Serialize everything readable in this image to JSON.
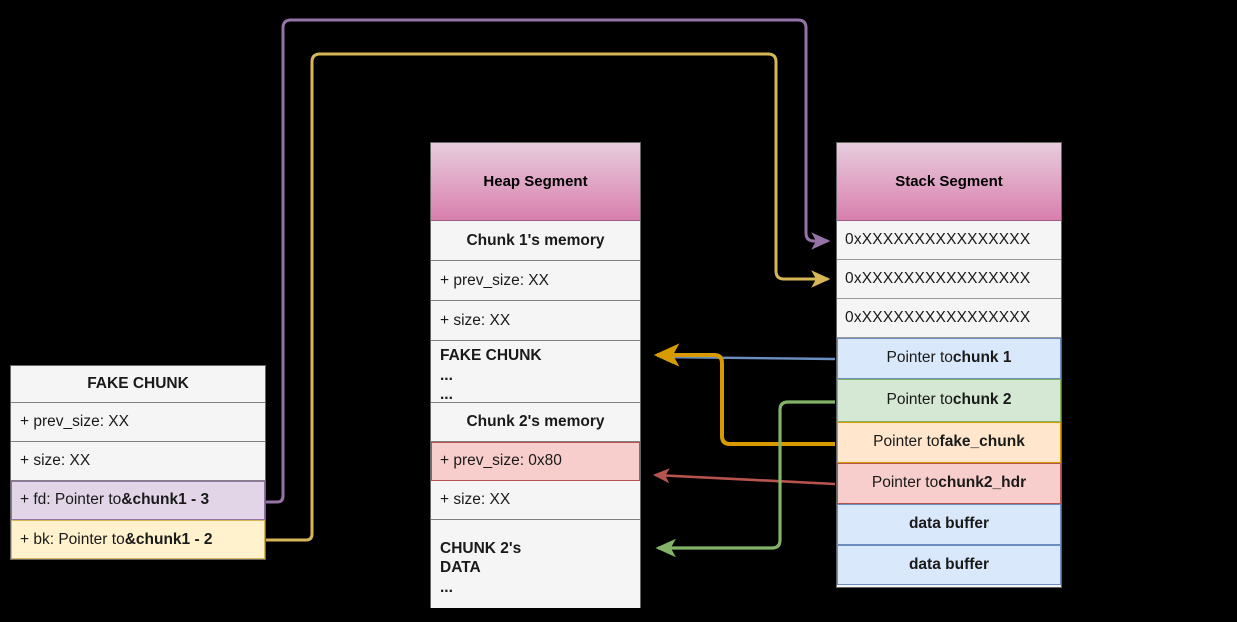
{
  "diagram": {
    "title": "Heap exploit fake chunk unlink diagram",
    "background": "#000000"
  },
  "heap_segment": {
    "header": "Heap Segment",
    "rows": [
      {
        "label": "Chunk 1's memory",
        "style": "center",
        "fill": "#f5f5f5"
      },
      {
        "label": "+ prev_size: XX",
        "style": "left",
        "fill": "#f5f5f5"
      },
      {
        "label": "+ size: XX",
        "style": "left",
        "fill": "#f5f5f5"
      },
      {
        "label": "FAKE CHUNK",
        "sub1": "...",
        "sub2": "...",
        "style": "tall",
        "fill": "#f5f5f5"
      },
      {
        "label": "Chunk 2's memory",
        "style": "center",
        "fill": "#f5f5f5"
      },
      {
        "label": "+ prev_size: 0x80",
        "style": "left",
        "fill": "#f8cecc"
      },
      {
        "label": "+ size: XX",
        "style": "left",
        "fill": "#f5f5f5"
      },
      {
        "label": "CHUNK 2's",
        "sub1": "DATA",
        "sub2": "...",
        "style": "tall",
        "fill": "#f5f5f5"
      }
    ]
  },
  "stack_segment": {
    "header": "Stack Segment",
    "rows": [
      {
        "label": "0xXXXXXXXXXXXXXXXX",
        "fill": "#f5f5f5",
        "kind": "addr"
      },
      {
        "label": "0xXXXXXXXXXXXXXXXX",
        "fill": "#f5f5f5",
        "kind": "addr"
      },
      {
        "label": "0xXXXXXXXXXXXXXXXX",
        "fill": "#f5f5f5",
        "kind": "addr"
      },
      {
        "prefix": "Pointer to ",
        "target": "chunk 1",
        "fill": "#dae8fc",
        "kind": "ptr"
      },
      {
        "prefix": "Pointer to ",
        "target": "chunk 2",
        "fill": "#d5e8d4",
        "kind": "ptr"
      },
      {
        "prefix": "Pointer to ",
        "target": "fake_chunk",
        "fill": "#ffe6cc",
        "kind": "ptr"
      },
      {
        "prefix": "Pointer to ",
        "target": "chunk2_hdr",
        "fill": "#f8cecc",
        "kind": "ptr"
      },
      {
        "label": "data buffer",
        "fill": "#dae8fc",
        "kind": "buf"
      },
      {
        "label": "data buffer",
        "fill": "#dae8fc",
        "kind": "buf"
      }
    ]
  },
  "fake_chunk": {
    "header": "FAKE CHUNK",
    "rows": [
      {
        "label": "+ prev_size: XX",
        "fill": "#f5f5f5"
      },
      {
        "label": "+ size: XX",
        "fill": "#f5f5f5"
      },
      {
        "prefix": "+ fd: Pointer to ",
        "target": "&chunk1 - 3",
        "fill": "#e1d5e7"
      },
      {
        "prefix": "+ bk: Pointer to ",
        "target": "&chunk1 - 2",
        "fill": "#fff2cc"
      }
    ]
  },
  "arrows": [
    {
      "name": "fd-to-stack-slot-1",
      "color": "#9673a6",
      "from": "fake_chunk.fd",
      "to": "stack.addr_row_1"
    },
    {
      "name": "bk-to-stack-slot-2",
      "color": "#d6b656",
      "from": "fake_chunk.bk",
      "to": "stack.addr_row_2"
    },
    {
      "name": "chunk1-ptr-to-fake-chunk",
      "color": "#6c8ebf",
      "from": "stack.pointer_to_chunk_1",
      "to": "heap.fake_chunk"
    },
    {
      "name": "fake-chunk-ptr-to-fake-chunk",
      "color": "#d79b00",
      "from": "stack.pointer_to_fake_chunk",
      "to": "heap.fake_chunk"
    },
    {
      "name": "chunk2hdr-ptr-to-prev-size",
      "color": "#b85450",
      "from": "stack.pointer_to_chunk2_hdr",
      "to": "heap.prev_size_0x80"
    },
    {
      "name": "chunk2-ptr-to-chunk2-data",
      "color": "#82b366",
      "from": "stack.pointer_to_chunk_2",
      "to": "heap.chunk2_data"
    }
  ],
  "colors": {
    "blue": "#dae8fc",
    "blue_border": "#6c8ebf",
    "green": "#d5e8d4",
    "green_border": "#82b366",
    "orange": "#ffe6cc",
    "orange_border": "#d79b00",
    "red": "#f8cecc",
    "red_border": "#b85450",
    "purple": "#e1d5e7",
    "purple_border": "#9673a6",
    "yellow": "#fff2cc",
    "yellow_border": "#d6b656",
    "header_pink": "#d87fae"
  }
}
